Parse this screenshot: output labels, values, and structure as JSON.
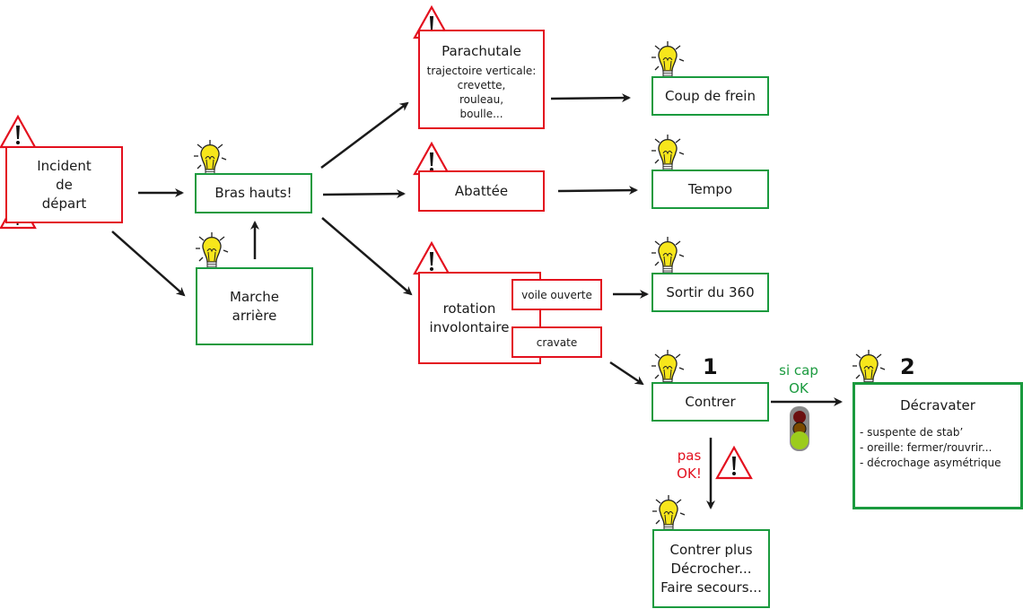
{
  "colors": {
    "danger": "#e3101e",
    "solution": "#1a9a3e",
    "arrow": "#1a1a1a",
    "bulb": "#f7e61b",
    "traffic_red": "#6b0f0f",
    "traffic_amber": "#7a4a00",
    "traffic_green": "#9ccc1c"
  },
  "nodes": {
    "incident": {
      "lines": [
        "Incident",
        "de",
        "départ"
      ],
      "type": "danger",
      "icons": [
        "warning-exclamation",
        "warning-question"
      ]
    },
    "bras_hauts": {
      "lines": [
        "Bras hauts!"
      ],
      "type": "solution",
      "icons": [
        "lightbulb"
      ]
    },
    "marche_arriere": {
      "lines": [
        "Marche",
        "arrière"
      ],
      "type": "solution",
      "icons": [
        "lightbulb"
      ]
    },
    "parachutale": {
      "title": "Parachutale",
      "lines": [
        "trajectoire verticale:",
        "crevette,",
        "rouleau,",
        "boulle..."
      ],
      "type": "danger",
      "icons": [
        "warning-exclamation"
      ]
    },
    "abattee": {
      "lines": [
        "Abattée"
      ],
      "type": "danger",
      "icons": [
        "warning-exclamation"
      ]
    },
    "rotation": {
      "lines": [
        "rotation",
        "involontaire"
      ],
      "type": "danger",
      "icons": [
        "warning-exclamation"
      ]
    },
    "voile_ouverte": {
      "lines": [
        "voile ouverte"
      ],
      "type": "danger"
    },
    "cravate": {
      "lines": [
        "cravate"
      ],
      "type": "danger"
    },
    "coup_de_frein": {
      "lines": [
        "Coup de frein"
      ],
      "type": "solution",
      "icons": [
        "lightbulb"
      ]
    },
    "tempo": {
      "lines": [
        "Tempo"
      ],
      "type": "solution",
      "icons": [
        "lightbulb"
      ]
    },
    "sortir_360": {
      "lines": [
        "Sortir du 360"
      ],
      "type": "solution",
      "icons": [
        "lightbulb"
      ]
    },
    "contrer": {
      "lines": [
        "Contrer"
      ],
      "type": "solution",
      "step": "1",
      "icons": [
        "lightbulb"
      ]
    },
    "decravater": {
      "title": "Décravater",
      "items": [
        "- suspente de stab’",
        "- oreille: fermer/rouvrir...",
        "- décrochage asymétrique"
      ],
      "type": "solution",
      "step": "2",
      "icons": [
        "lightbulb"
      ]
    },
    "contrer_plus": {
      "lines": [
        "Contrer plus",
        "Décrocher...",
        "Faire secours..."
      ],
      "type": "solution",
      "icons": [
        "lightbulb"
      ]
    }
  },
  "edge_labels": {
    "si_cap_ok": [
      "si cap",
      "OK"
    ],
    "pas_ok": [
      "pas",
      "OK!"
    ]
  },
  "edges": [
    {
      "from": "incident",
      "to": "bras_hauts"
    },
    {
      "from": "incident",
      "to": "marche_arriere"
    },
    {
      "from": "marche_arriere",
      "to": "bras_hauts"
    },
    {
      "from": "bras_hauts",
      "to": "parachutale"
    },
    {
      "from": "bras_hauts",
      "to": "abattee"
    },
    {
      "from": "bras_hauts",
      "to": "rotation"
    },
    {
      "from": "parachutale",
      "to": "coup_de_frein"
    },
    {
      "from": "abattee",
      "to": "tempo"
    },
    {
      "from": "voile_ouverte",
      "to": "sortir_360"
    },
    {
      "from": "cravate",
      "to": "contrer"
    },
    {
      "from": "contrer",
      "to": "decravater",
      "label": "si cap OK"
    },
    {
      "from": "contrer",
      "to": "contrer_plus",
      "label": "pas OK!"
    }
  ]
}
